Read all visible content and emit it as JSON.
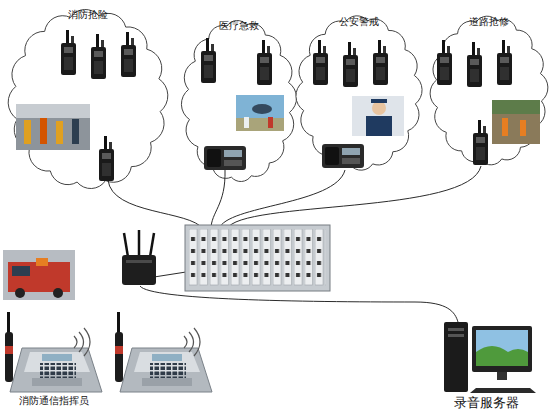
{
  "diagram": {
    "nodes": [
      {
        "text": [
          "消防抢险"
        ]
      },
      {
        "text": [
          "医疗急救"
        ]
      },
      {
        "text": [
          "公安警戒"
        ]
      },
      {
        "text": [
          "道路抢修"
        ]
      },
      {
        "text": [
          "消防通信指挥员"
        ]
      },
      {
        "text": [
          "录音服务器"
        ]
      }
    ]
  }
}
